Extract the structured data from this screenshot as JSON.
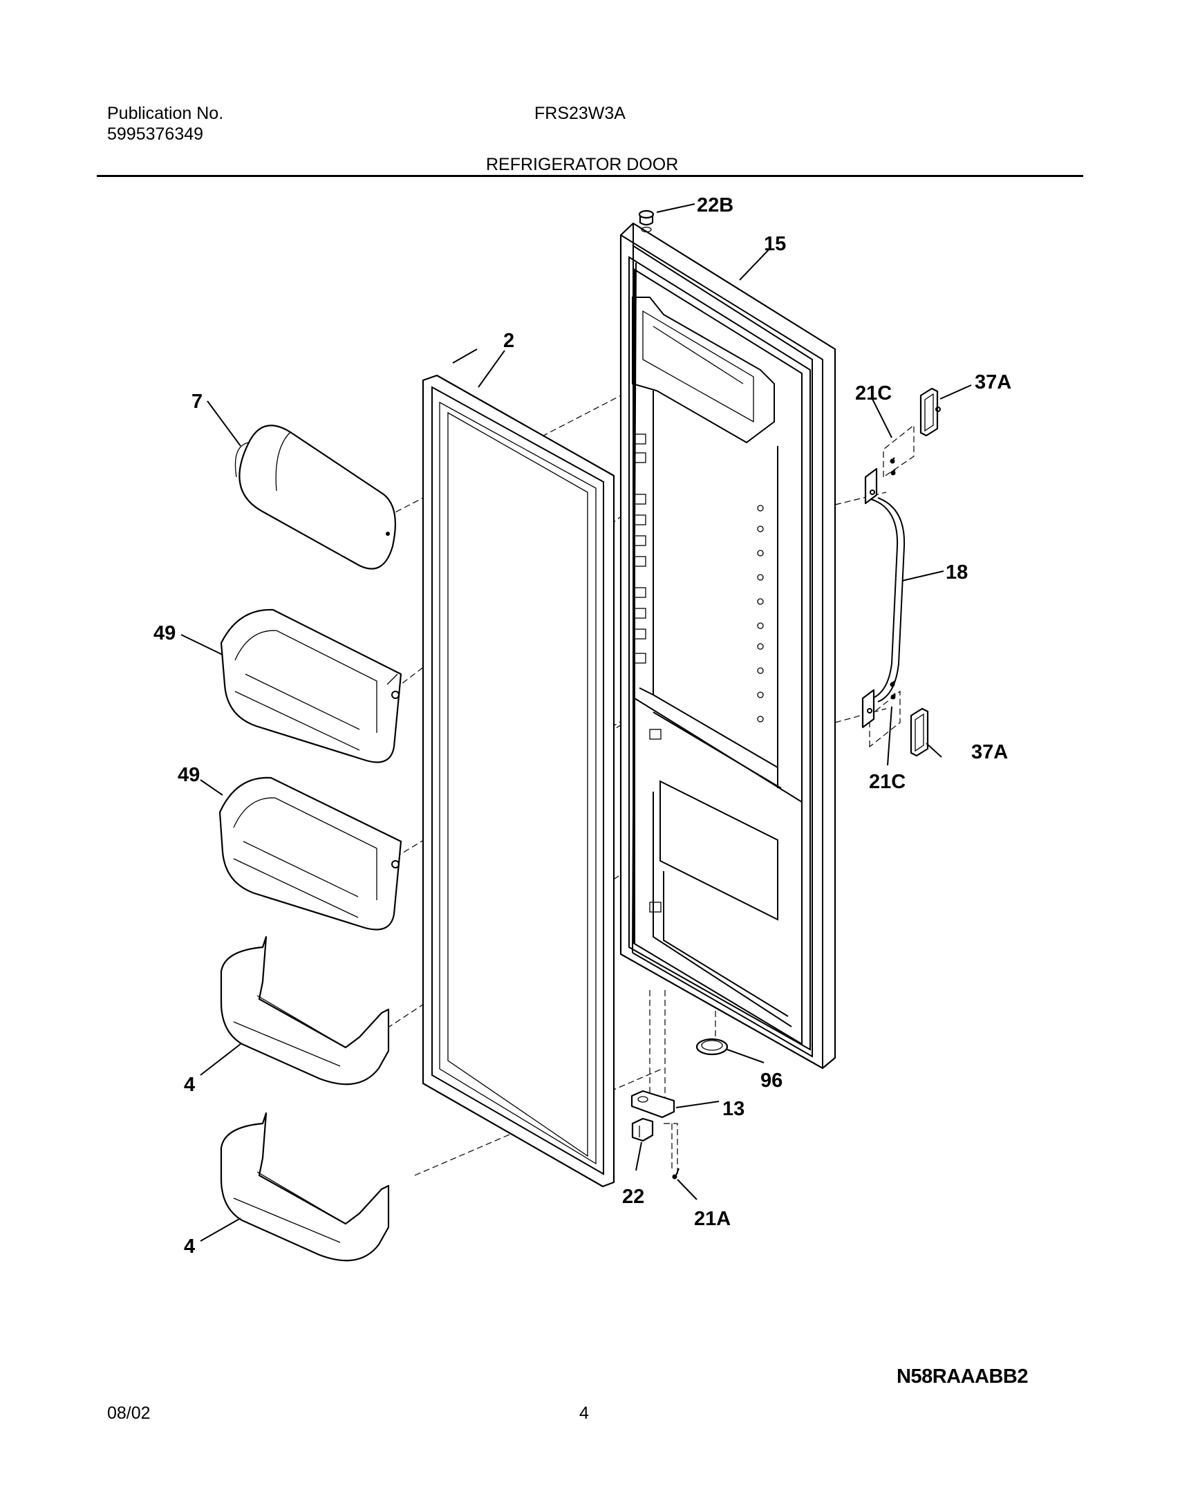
{
  "header": {
    "publication_label": "Publication No.",
    "publication_number": "5995376349",
    "model": "FRS23W3A",
    "section_title": "REFRIGERATOR DOOR"
  },
  "parts": {
    "p22b": "22B",
    "p15": "15",
    "p2": "2",
    "p7": "7",
    "p21c_top": "21C",
    "p37a_top": "37A",
    "p18": "18",
    "p49_top": "49",
    "p49_bottom": "49",
    "p21c_bottom": "21C",
    "p37a_bottom": "37A",
    "p4_top": "4",
    "p4_bottom": "4",
    "p96": "96",
    "p13": "13",
    "p22": "22",
    "p21a": "21A"
  },
  "footer": {
    "diagram_code": "N58RAAABB2",
    "date": "08/02",
    "page_number": "4"
  }
}
